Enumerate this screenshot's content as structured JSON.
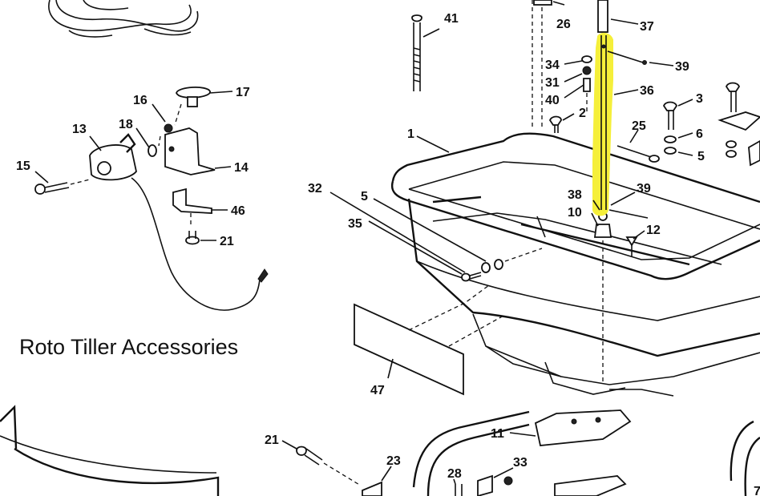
{
  "caption": "Roto Tiller Accessories",
  "highlight_color": "#F5EF3A",
  "part_labels": {
    "p1": "1",
    "p2": "2",
    "p3": "3",
    "p5a": "5",
    "p5b": "5",
    "p6": "6",
    "p10": "10",
    "p11": "11",
    "p12": "12",
    "p13": "13",
    "p14": "14",
    "p15": "15",
    "p16": "16",
    "p17": "17",
    "p18": "18",
    "p21a": "21",
    "p21b": "21",
    "p23": "23",
    "p25": "25",
    "p26": "26",
    "p28": "28",
    "p31": "31",
    "p32": "32",
    "p33": "33",
    "p34": "34",
    "p35": "35",
    "p36": "36",
    "p37": "37",
    "p38": "38",
    "p39a": "39",
    "p39b": "39",
    "p40": "40",
    "p41": "41",
    "p46": "46",
    "p47": "47",
    "p7": "7"
  }
}
